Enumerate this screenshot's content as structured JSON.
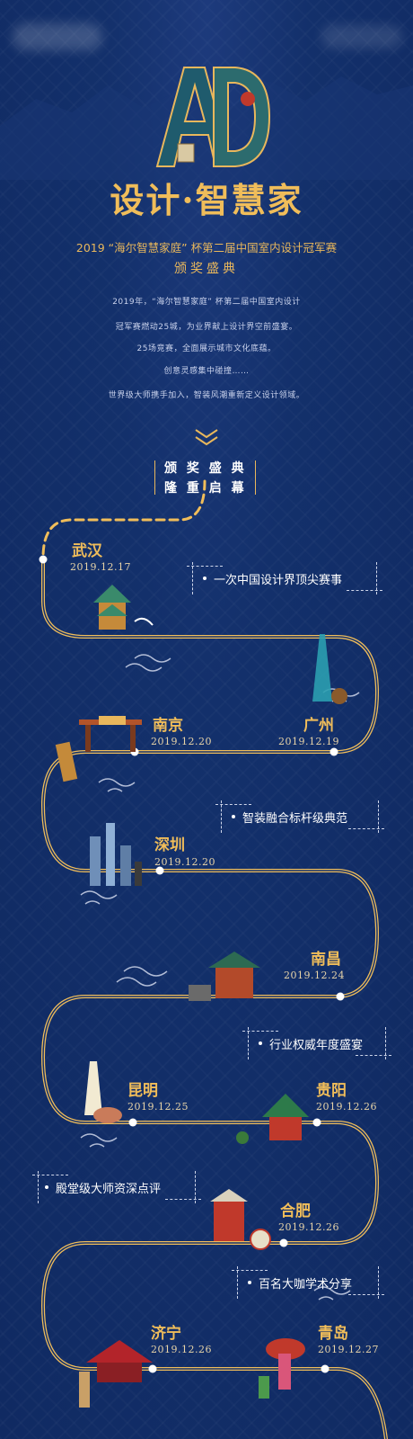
{
  "header": {
    "logo_letters": "AD",
    "title": "设计·智慧家",
    "subtitle_line1": "2019 “海尔智慧家庭” 杯第二届中国室内设计冠军赛",
    "subtitle_line2": "颁奖盛典"
  },
  "intro": [
    "2019年，“海尔智慧家庭” 杯第二届中国室内设计",
    "冠军赛燃动25城，为业界献上设计界空前盛宴。",
    "25场竞赛，全面展示城市文化底蕴。",
    "创意灵感集中碰撞……",
    "世界级大师携手加入，智装风潮重新定义设计领域。"
  ],
  "ceremony": {
    "line1": "颁 奖 盛 典",
    "line2": "隆 重 启 幕"
  },
  "stops": [
    {
      "city": "武汉",
      "date": "2019.12.17"
    },
    {
      "city": "广州",
      "date": "2019.12.19"
    },
    {
      "city": "南京",
      "date": "2019.12.20"
    },
    {
      "city": "深圳",
      "date": "2019.12.20"
    },
    {
      "city": "南昌",
      "date": "2019.12.24"
    },
    {
      "city": "昆明",
      "date": "2019.12.25"
    },
    {
      "city": "贵阳",
      "date": "2019.12.26"
    },
    {
      "city": "合肥",
      "date": "2019.12.26"
    },
    {
      "city": "济宁",
      "date": "2019.12.26"
    },
    {
      "city": "青岛",
      "date": "2019.12.27"
    }
  ],
  "tags": [
    "一次中国设计界顶尖赛事",
    "智装融合标杆级典范",
    "行业权威年度盛宴",
    "殿堂级大师资深点评",
    "百名大咖学术分享"
  ],
  "colors": {
    "background": "#13306b",
    "accent_gold": "#e8b75c",
    "text_light": "#ffffff"
  }
}
